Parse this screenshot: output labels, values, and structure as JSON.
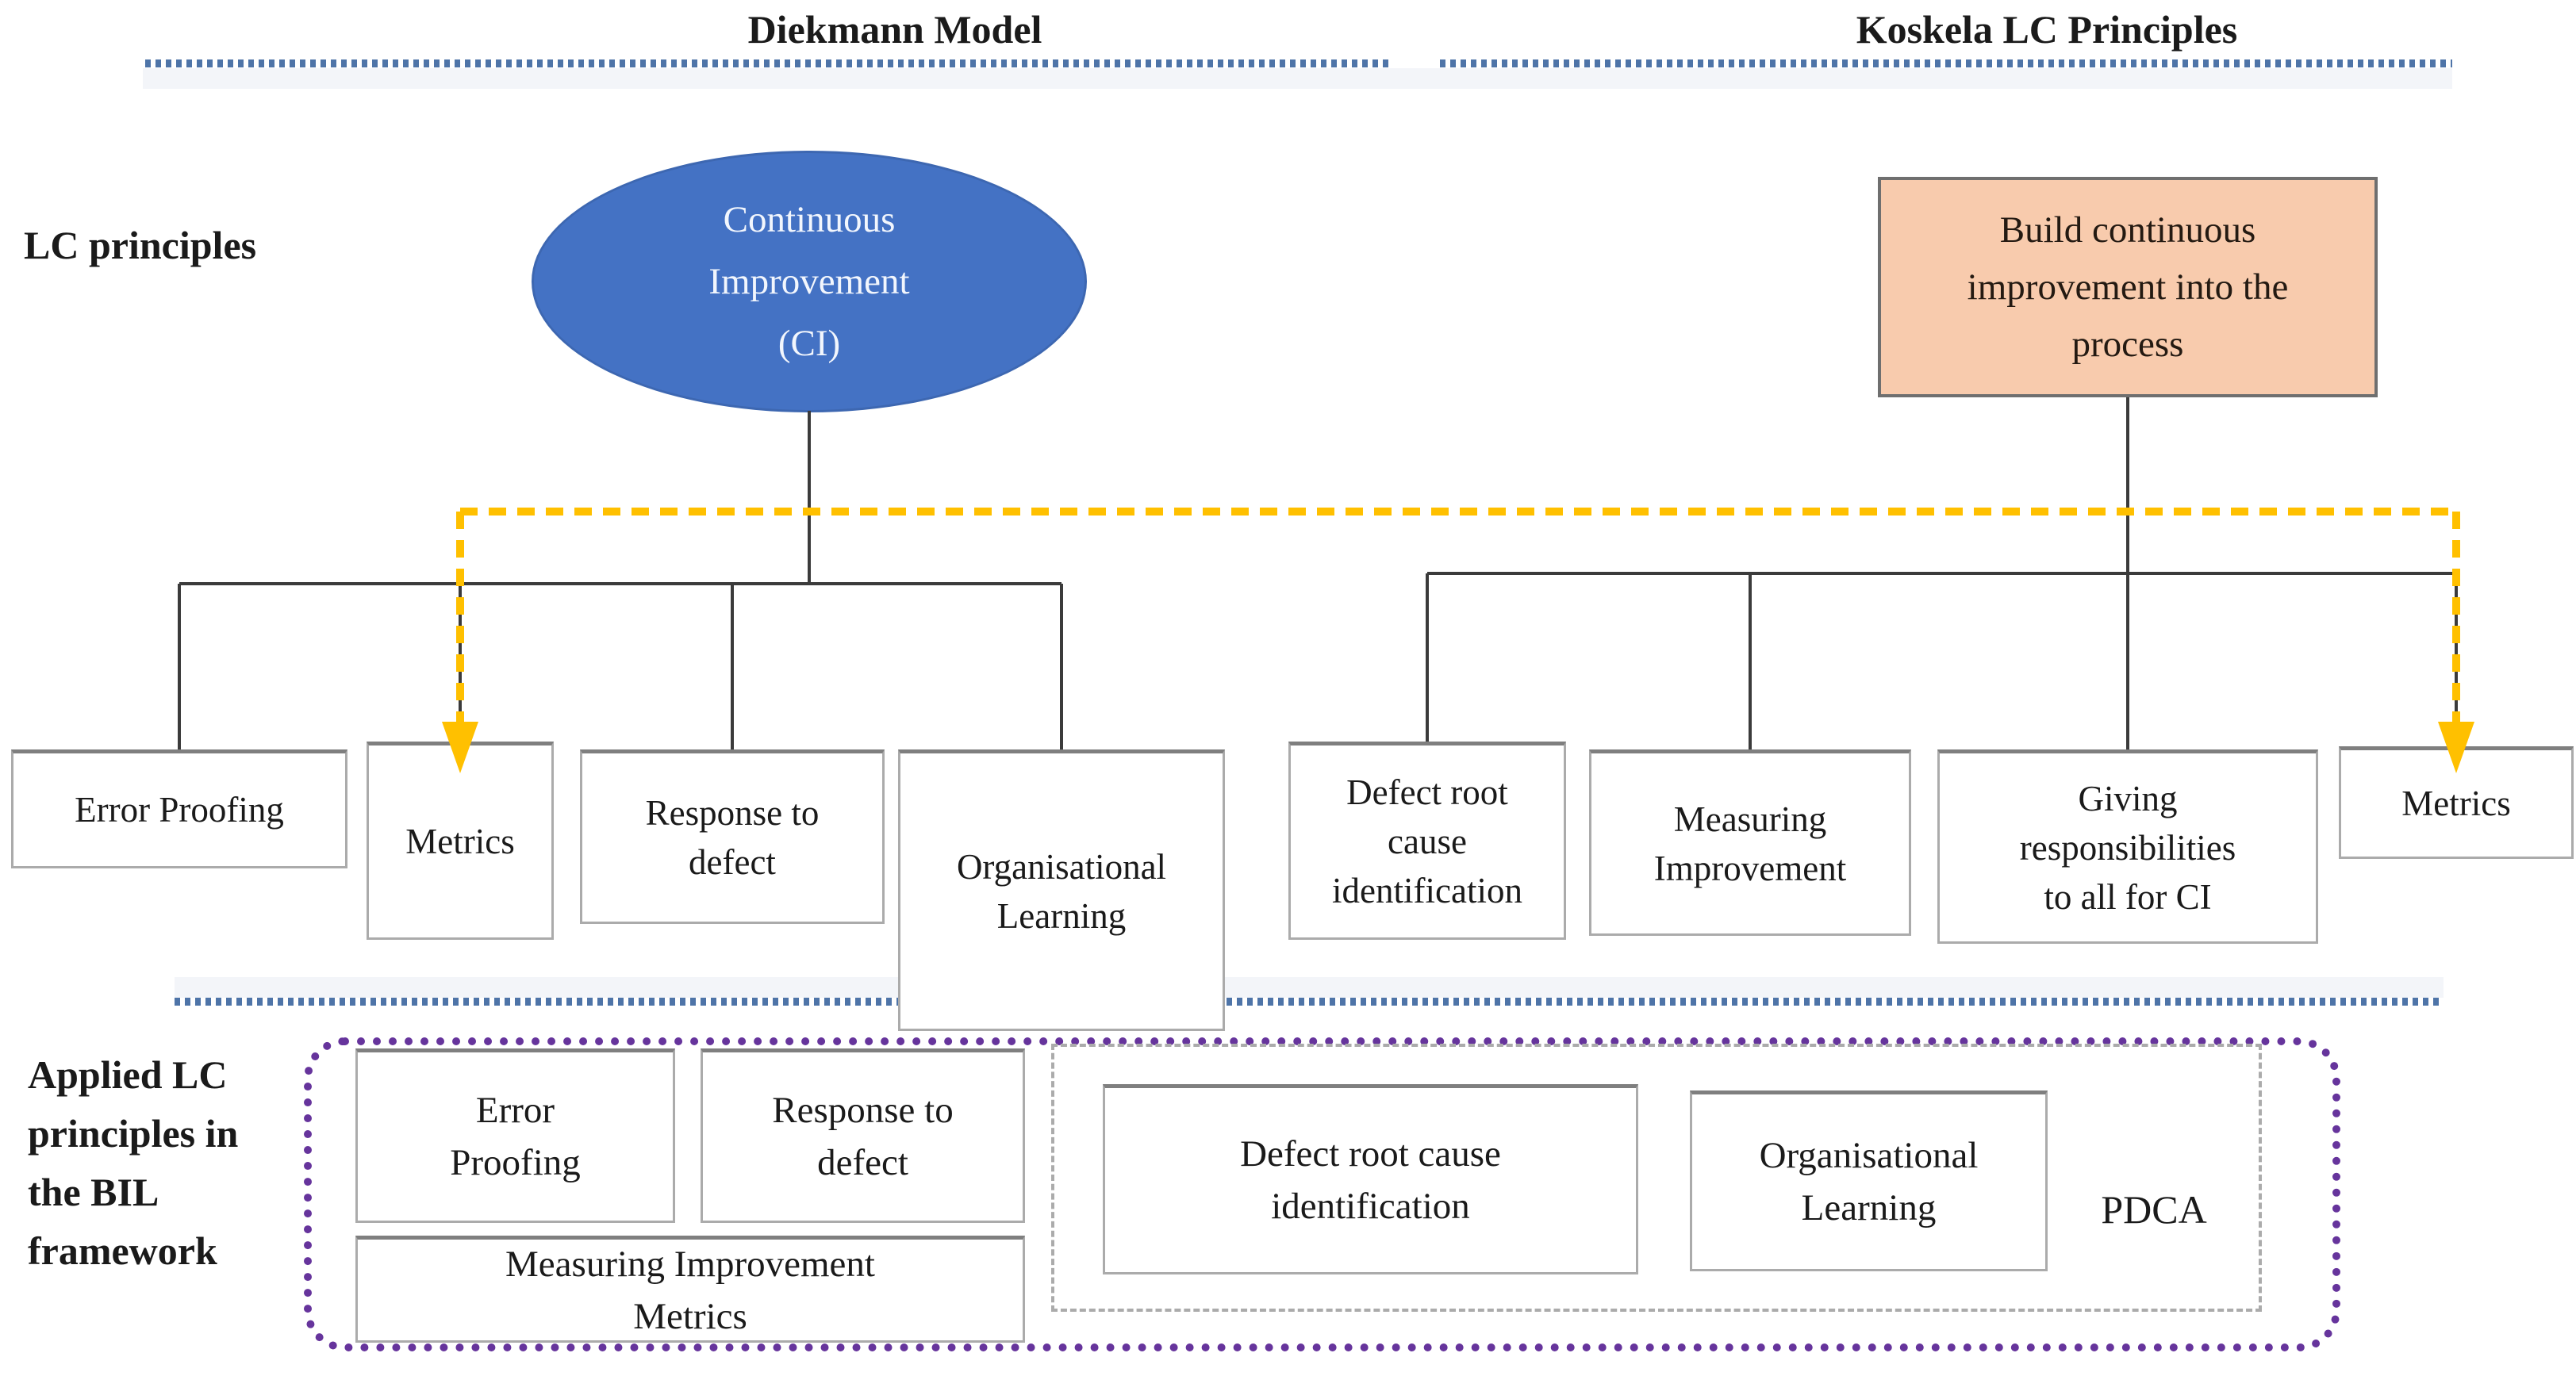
{
  "header": {
    "diekmann_title": "Diekmann Model",
    "koskela_title": "Koskela LC Principles"
  },
  "labels": {
    "lc_principles": "LC principles",
    "applied_bil": "Applied LC\nprinciples in\nthe BIL\nframework"
  },
  "diekmann": {
    "root": "Continuous\nImprovement\n(CI)",
    "children": [
      "Error Proofing",
      "Metrics",
      "Response to\ndefect",
      "Organisational\nLearning"
    ]
  },
  "koskela": {
    "root": "Build continuous\nimprovement into the\nprocess",
    "children": [
      "Defect root\ncause\nidentification",
      "Measuring\nImprovement",
      "Giving\nresponsibilities\nto all for CI",
      "Metrics"
    ]
  },
  "bil": {
    "error_proofing": "Error\nProofing",
    "response_to_defect": "Response to\ndefect",
    "measuring_metrics": "Measuring Improvement\nMetrics",
    "defect_root_cause": "Defect root cause\nidentification",
    "org_learning": "Organisational\nLearning",
    "pdca": "PDCA"
  },
  "colors": {
    "root_ellipse_blue": "#4472C4",
    "koskela_box_orange": "#F8CBAD",
    "highlight_gold": "#FFC000",
    "frame_purple": "#66349C",
    "separator_blue": "#4E74A8",
    "box_border_gray": "#ABABAB",
    "connector_black": "#3B3B3B"
  }
}
